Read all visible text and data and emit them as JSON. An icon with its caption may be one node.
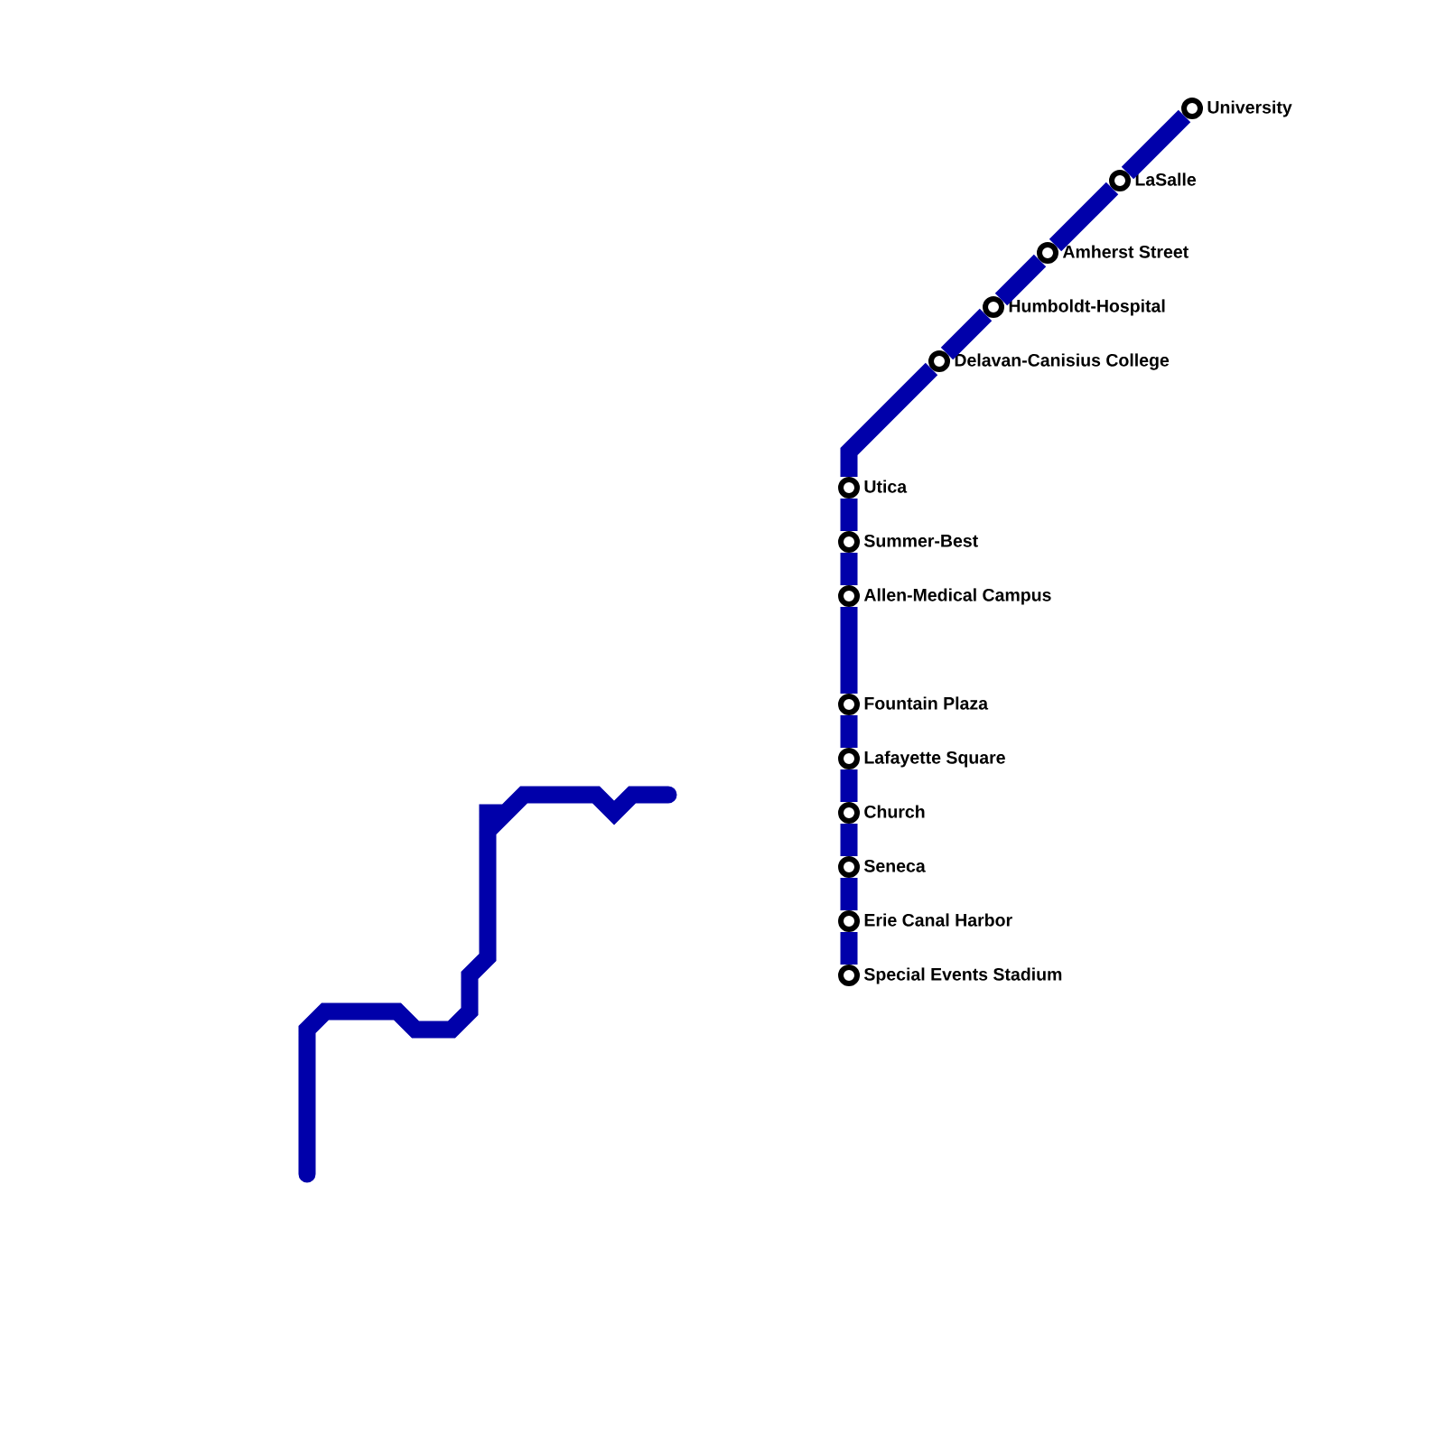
{
  "diagram": {
    "nodes": [
      {
        "text": [],
        "shape": "circle",
        "beside": [
          "University"
        ]
      },
      {
        "text": [],
        "shape": "circle",
        "beside": [
          "LaSalle"
        ]
      },
      {
        "text": [],
        "shape": "circle",
        "beside": [
          "Amherst Street"
        ]
      },
      {
        "text": [],
        "shape": "circle",
        "beside": [
          "Humboldt-Hospital"
        ]
      },
      {
        "text": [],
        "shape": "circle",
        "beside": [
          "Delavan-Canisius College"
        ]
      },
      {
        "text": [],
        "shape": "circle",
        "beside": [
          "Utica"
        ]
      },
      {
        "text": [],
        "shape": "circle",
        "beside": [
          "Summer-Best"
        ]
      },
      {
        "text": [],
        "shape": "circle",
        "beside": [
          "Allen-Medical Campus"
        ]
      },
      {
        "text": [],
        "shape": "circle",
        "beside": [
          "Fountain Plaza"
        ]
      },
      {
        "text": [],
        "shape": "circle",
        "beside": [
          "Lafayette Square"
        ]
      },
      {
        "text": [],
        "shape": "circle",
        "beside": [
          "Church"
        ]
      },
      {
        "text": [],
        "shape": "circle",
        "beside": [
          "Seneca"
        ]
      },
      {
        "text": [],
        "shape": "circle",
        "beside": [
          "Erie Canal Harbor"
        ]
      },
      {
        "text": [],
        "shape": "circle",
        "beside": [
          "Special Events Stadium"
        ]
      }
    ],
    "edges": [
      {
        "from": 0,
        "to": 1,
        "arrow": "none"
      },
      {
        "from": 1,
        "to": 2,
        "arrow": "none"
      },
      {
        "from": 2,
        "to": 3,
        "arrow": "none"
      },
      {
        "from": 3,
        "to": 4,
        "arrow": "none"
      },
      {
        "from": 4,
        "to": 5,
        "arrow": "none"
      },
      {
        "from": 5,
        "to": 6,
        "arrow": "none"
      },
      {
        "from": 6,
        "to": 7,
        "arrow": "none"
      },
      {
        "from": 7,
        "to": 8,
        "arrow": "none"
      },
      {
        "from": 8,
        "to": 9,
        "arrow": "none"
      },
      {
        "from": 9,
        "to": 10,
        "arrow": "none"
      },
      {
        "from": 10,
        "to": 11,
        "arrow": "none"
      },
      {
        "from": 11,
        "to": 12,
        "arrow": "none"
      },
      {
        "from": 12,
        "to": 13,
        "arrow": "none"
      }
    ]
  }
}
